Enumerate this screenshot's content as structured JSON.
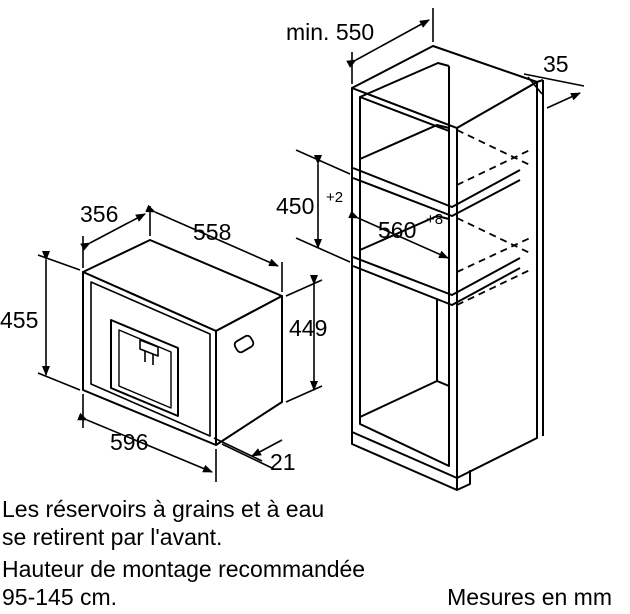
{
  "dimensions": {
    "cabinet_depth": "min. 550",
    "side_gap": "35",
    "niche_height": "450",
    "niche_height_tolerance": "+2",
    "niche_width": "560",
    "niche_width_tolerance": "+8",
    "appliance_depth": "356",
    "appliance_body_width": "558",
    "appliance_height": "455",
    "appliance_body_height": "449",
    "appliance_width": "596",
    "front_thickness": "21"
  },
  "notes": {
    "line1": "Les réservoirs à grains et à eau",
    "line2": "se retirent par l'avant.",
    "line3": "Hauteur de montage recommandée",
    "line4": "95-145 cm.",
    "units": "Mesures en mm"
  }
}
